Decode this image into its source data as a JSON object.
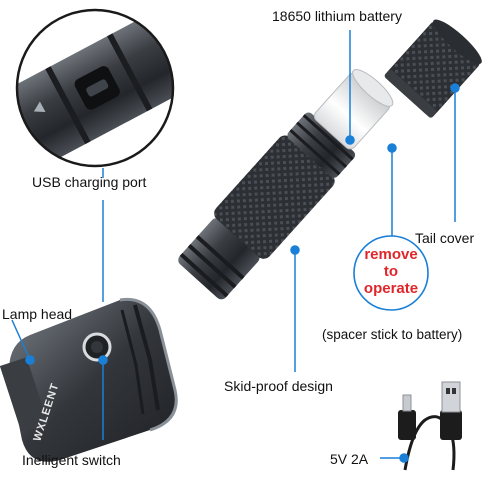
{
  "labels": {
    "battery": "18650 lithium battery",
    "usb_port": "USB charging port",
    "tail_cover": "Tail cover",
    "remove_line1": "remove",
    "remove_line2": "to",
    "remove_line3": "operate",
    "spacer": "(spacer stick to battery)",
    "lamp_head": "Lamp head",
    "skid_proof": "Skid-proof design",
    "switch": "Inelligent switch",
    "power": "5V 2A"
  },
  "brand_text": "WXLEENT",
  "colors": {
    "callout_blue": "#1a7fd6",
    "note_red": "#e0262a",
    "metal_dark": "#3a3d42",
    "metal_mid": "#5b6068",
    "metal_light": "#9aa0a8"
  }
}
